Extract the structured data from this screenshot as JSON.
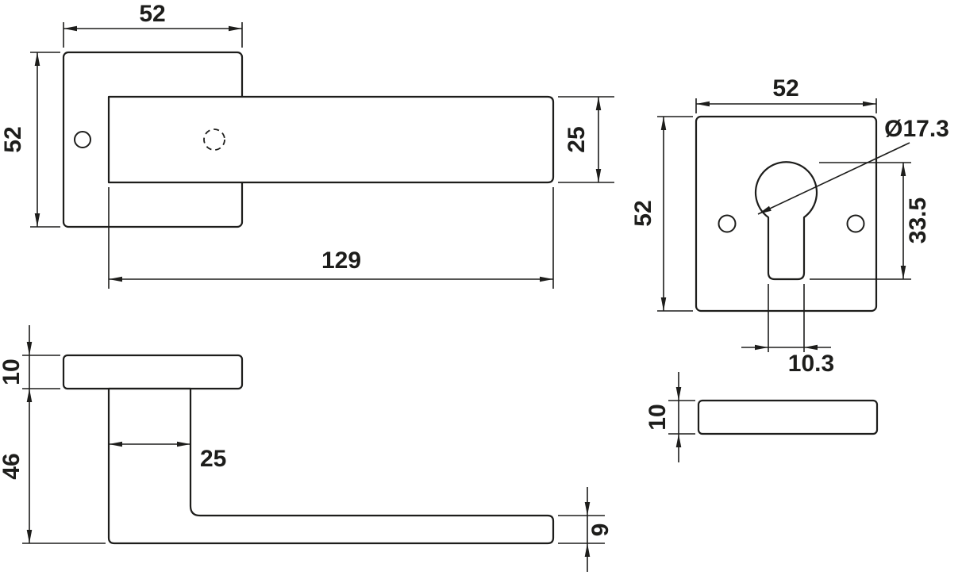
{
  "drawing": {
    "type": "technical-dimension-drawing",
    "subject": "door-lever-handle-with-cylinder-escutcheon",
    "line_color": "#1d1d1b",
    "background_color": "#ffffff",
    "views": {
      "handle_front": {
        "rose_width": "52",
        "rose_height": "52",
        "lever_section": "25",
        "lever_length": "129"
      },
      "handle_side": {
        "rose_thickness": "10",
        "projection": "46",
        "neck_width": "25",
        "lever_thickness": "9"
      },
      "escutcheon_front": {
        "width": "52",
        "height": "52",
        "cylinder_diameter": "Ø17.3",
        "cutout_height": "33.5",
        "cutout_width": "10.3"
      },
      "escutcheon_side": {
        "thickness": "10"
      }
    }
  }
}
